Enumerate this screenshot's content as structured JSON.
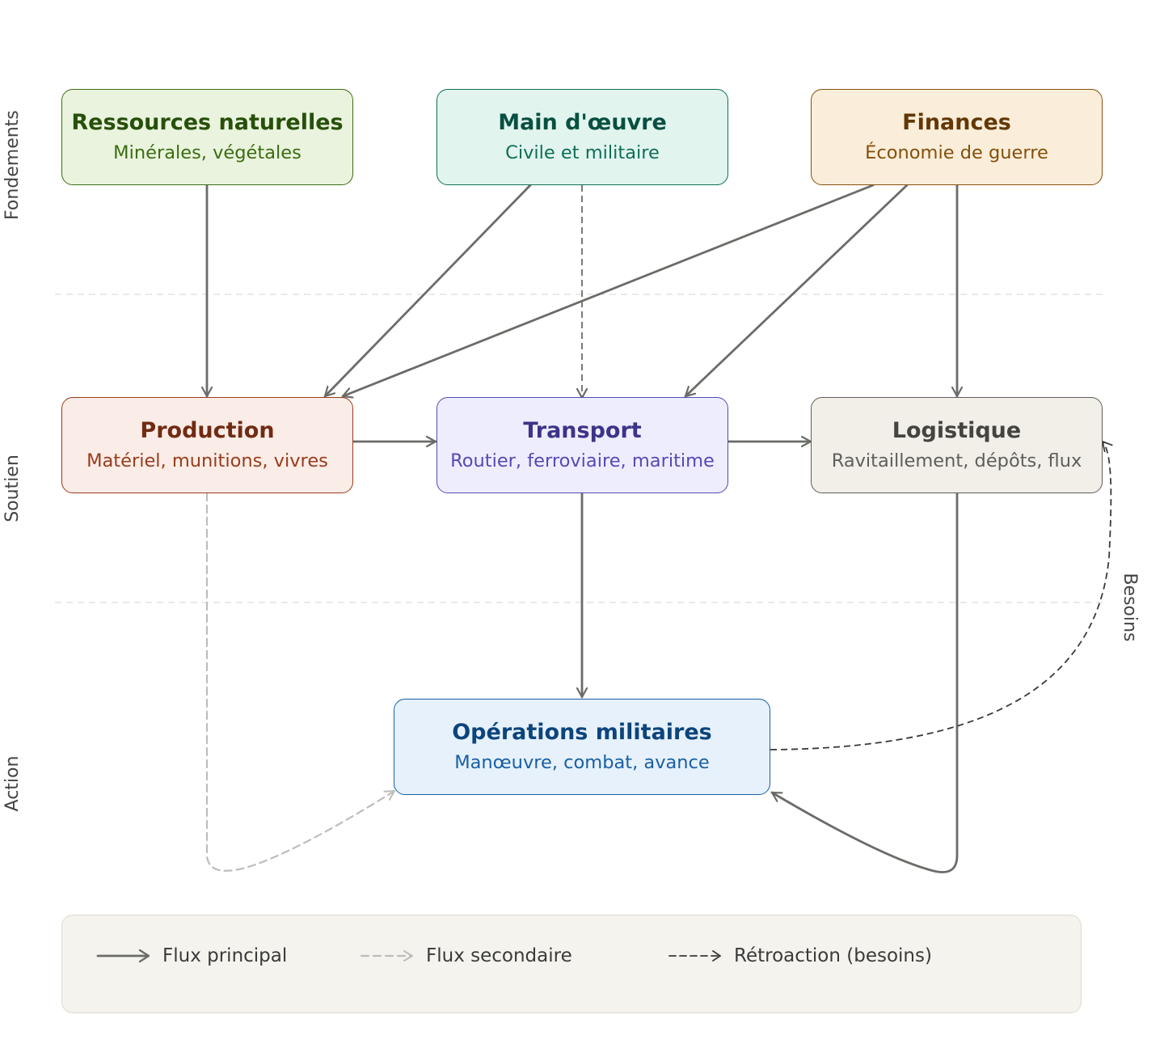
{
  "bands": {
    "fondements": "Fondements",
    "soutien": "Soutien",
    "action": "Action"
  },
  "nodes": {
    "ressources": {
      "title": "Ressources naturelles",
      "subtitle": "Minérales, végétales",
      "fill": "#eaf3de",
      "stroke": "#3b6d11",
      "title_color": "#27500a",
      "subtitle_color": "#3b6d11"
    },
    "main_oeuvre": {
      "title": "Main d'œuvre",
      "subtitle": "Civile et militaire",
      "fill": "#e1f5ee",
      "stroke": "#0f6e56",
      "title_color": "#085041",
      "subtitle_color": "#0f6e56"
    },
    "finances": {
      "title": "Finances",
      "subtitle": "Économie de guerre",
      "fill": "#faeeda",
      "stroke": "#854f0b",
      "title_color": "#633806",
      "subtitle_color": "#854f0b"
    },
    "production": {
      "title": "Production",
      "subtitle": "Matériel, munitions, vivres",
      "fill": "#faece7",
      "stroke": "#993c1d",
      "title_color": "#712b13",
      "subtitle_color": "#993c1d"
    },
    "transport": {
      "title": "Transport",
      "subtitle": "Routier, ferroviaire, maritime",
      "fill": "#eeedfe",
      "stroke": "#534ab7",
      "title_color": "#3c3489",
      "subtitle_color": "#534ab7"
    },
    "logistique": {
      "title": "Logistique",
      "subtitle": "Ravitaillement, dépôts, flux",
      "fill": "#f1efe8",
      "stroke": "#5f5e5a",
      "title_color": "#444441",
      "subtitle_color": "#5f5e5a"
    },
    "operations": {
      "title": "Opérations militaires",
      "subtitle": "Manœuvre, combat, avance",
      "fill": "#e6f1fb",
      "stroke": "#185fa5",
      "title_color": "#0c447c",
      "subtitle_color": "#185fa5"
    }
  },
  "feedback_label": "Besoins",
  "legend": {
    "principal": "Flux principal",
    "secondaire": "Flux secondaire",
    "retroaction": "Rétroaction (besoins)"
  },
  "colors": {
    "main_flow": "#6b6b68",
    "secondary_flow": "#bdbdbb",
    "feedback_flow": "#3a3a3a",
    "separator": "#dddddd"
  }
}
